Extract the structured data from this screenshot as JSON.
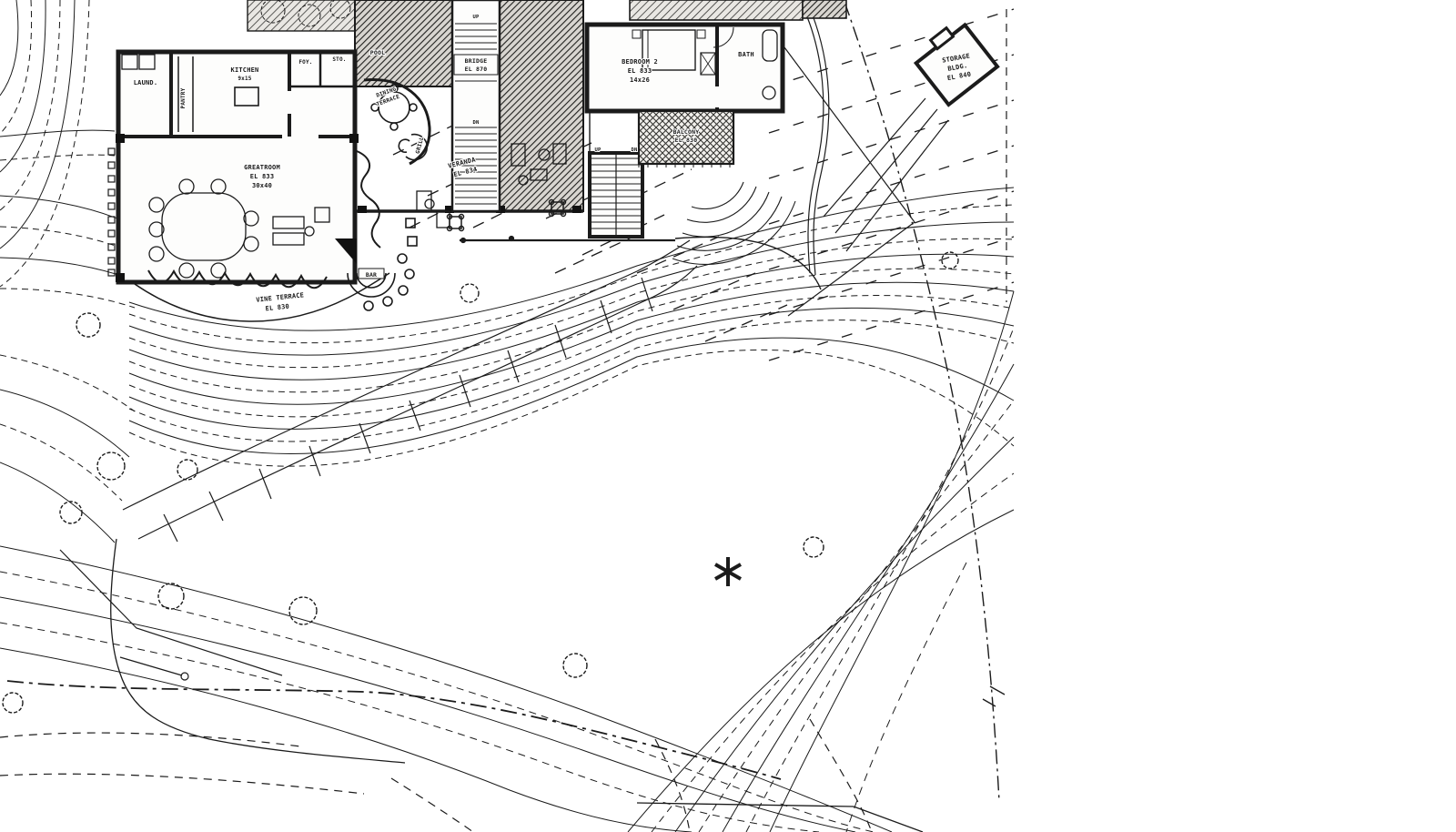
{
  "plan": {
    "rooms": {
      "laund": "LAUND.",
      "pantry": "PANTRY",
      "kitchen": "KITCHEN",
      "kitchen_dims": "9x15",
      "foy": "FOY.",
      "sto": "STO.",
      "greatroom": "GREATROOM",
      "greatroom_el": "EL 833",
      "greatroom_dims": "30x40",
      "bedroom2": "BEDROOM 2",
      "bedroom2_el": "EL 833",
      "bedroom2_dims": "14x26",
      "bath": "BATH"
    },
    "outdoor": {
      "pool": "POOL",
      "bridge": "BRIDGE",
      "bridge_el": "EL 870",
      "veranda": "VERANDA",
      "veranda_el": "EL 834",
      "balcony": "BALCONY",
      "balcony_el": "EL 830",
      "vine_terrace": "VINE TERRACE",
      "vine_terrace_el": "EL 830",
      "dining_line1": "DINING",
      "dining_line2": "TERRACE",
      "grill": "GRILL",
      "bar": "BAR"
    },
    "stairs": {
      "up": "UP",
      "dn": "DN"
    },
    "storage_building": {
      "line1": "STORAGE",
      "line2": "BLDG.",
      "line3": "EL 840"
    },
    "symbols": {
      "site_marker": "✱"
    },
    "colors": {
      "ink": "#1b1b1b",
      "paper": "#fdfdfc"
    }
  }
}
